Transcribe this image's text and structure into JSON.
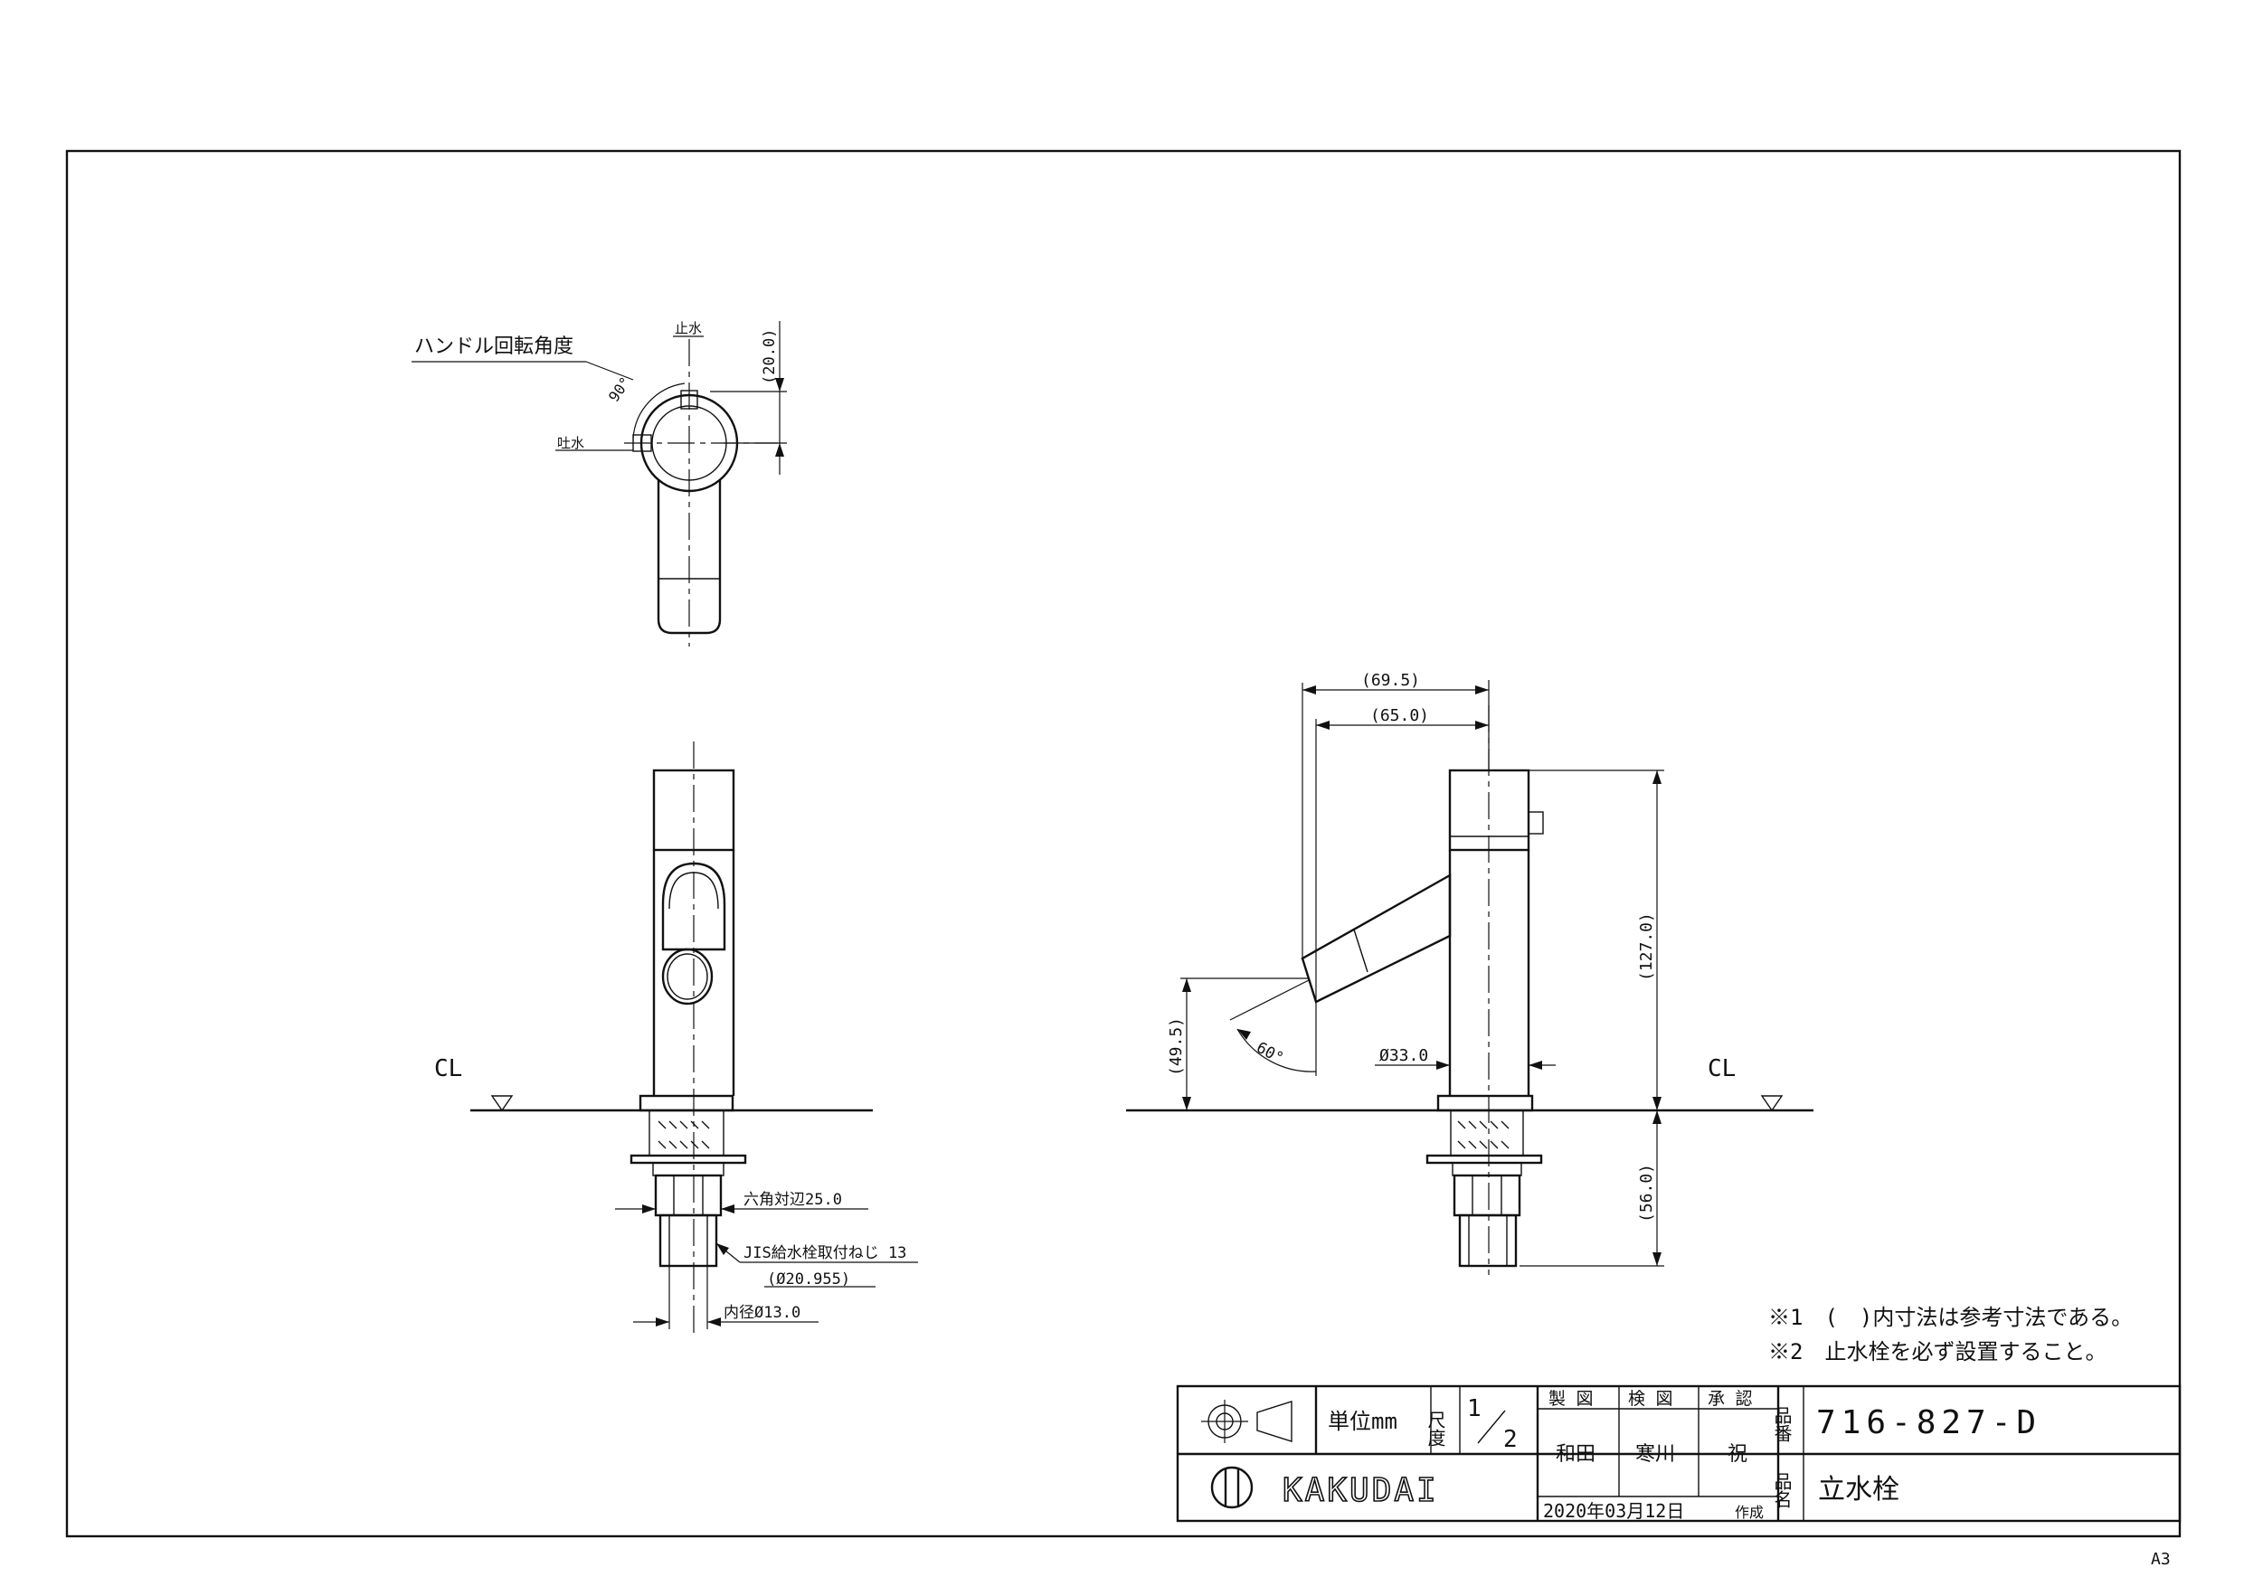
{
  "handle_view": {
    "title": "ハンドル回転角度",
    "stop_label": "止水",
    "spout_label": "吐水",
    "angle_label": "90°",
    "dim_label": "(20.0)"
  },
  "front_view": {
    "cl_label": "CL",
    "hex_label": "六角対辺25.0",
    "thread_label": "JIS給水栓取付ねじ 13",
    "thread_dia_label": "(Ø20.955)",
    "inner_dia_label": "内径Ø13.0"
  },
  "side_view": {
    "dim_69_5": "(69.5)",
    "dim_65_0": "(65.0)",
    "dim_127_0": "(127.0)",
    "dim_49_5": "(49.5)",
    "dim_56_0": "(56.0)",
    "angle_label": "60°",
    "dia_label": "Ø33.0",
    "cl_label": "CL"
  },
  "notes": [
    "※1　(　)内寸法は参考寸法である。",
    "※2　止水栓を必ず設置すること。"
  ],
  "title_block": {
    "unit_label": "単位mm",
    "scale_label": "尺度",
    "scale_num": "1",
    "scale_den": "2",
    "made_header": "製 図",
    "check_header": "検 図",
    "approve_header": "承 認",
    "made_name": "和田",
    "check_name": "寒川",
    "approve_name": "祝",
    "part_no_label": "品番",
    "part_no": "716-827-D",
    "part_name_label": "品名",
    "part_name": "立水栓",
    "brand": "KAKUDAI",
    "date": "2020年03月12日",
    "created_label": "作成"
  },
  "sheet_size": "A3"
}
